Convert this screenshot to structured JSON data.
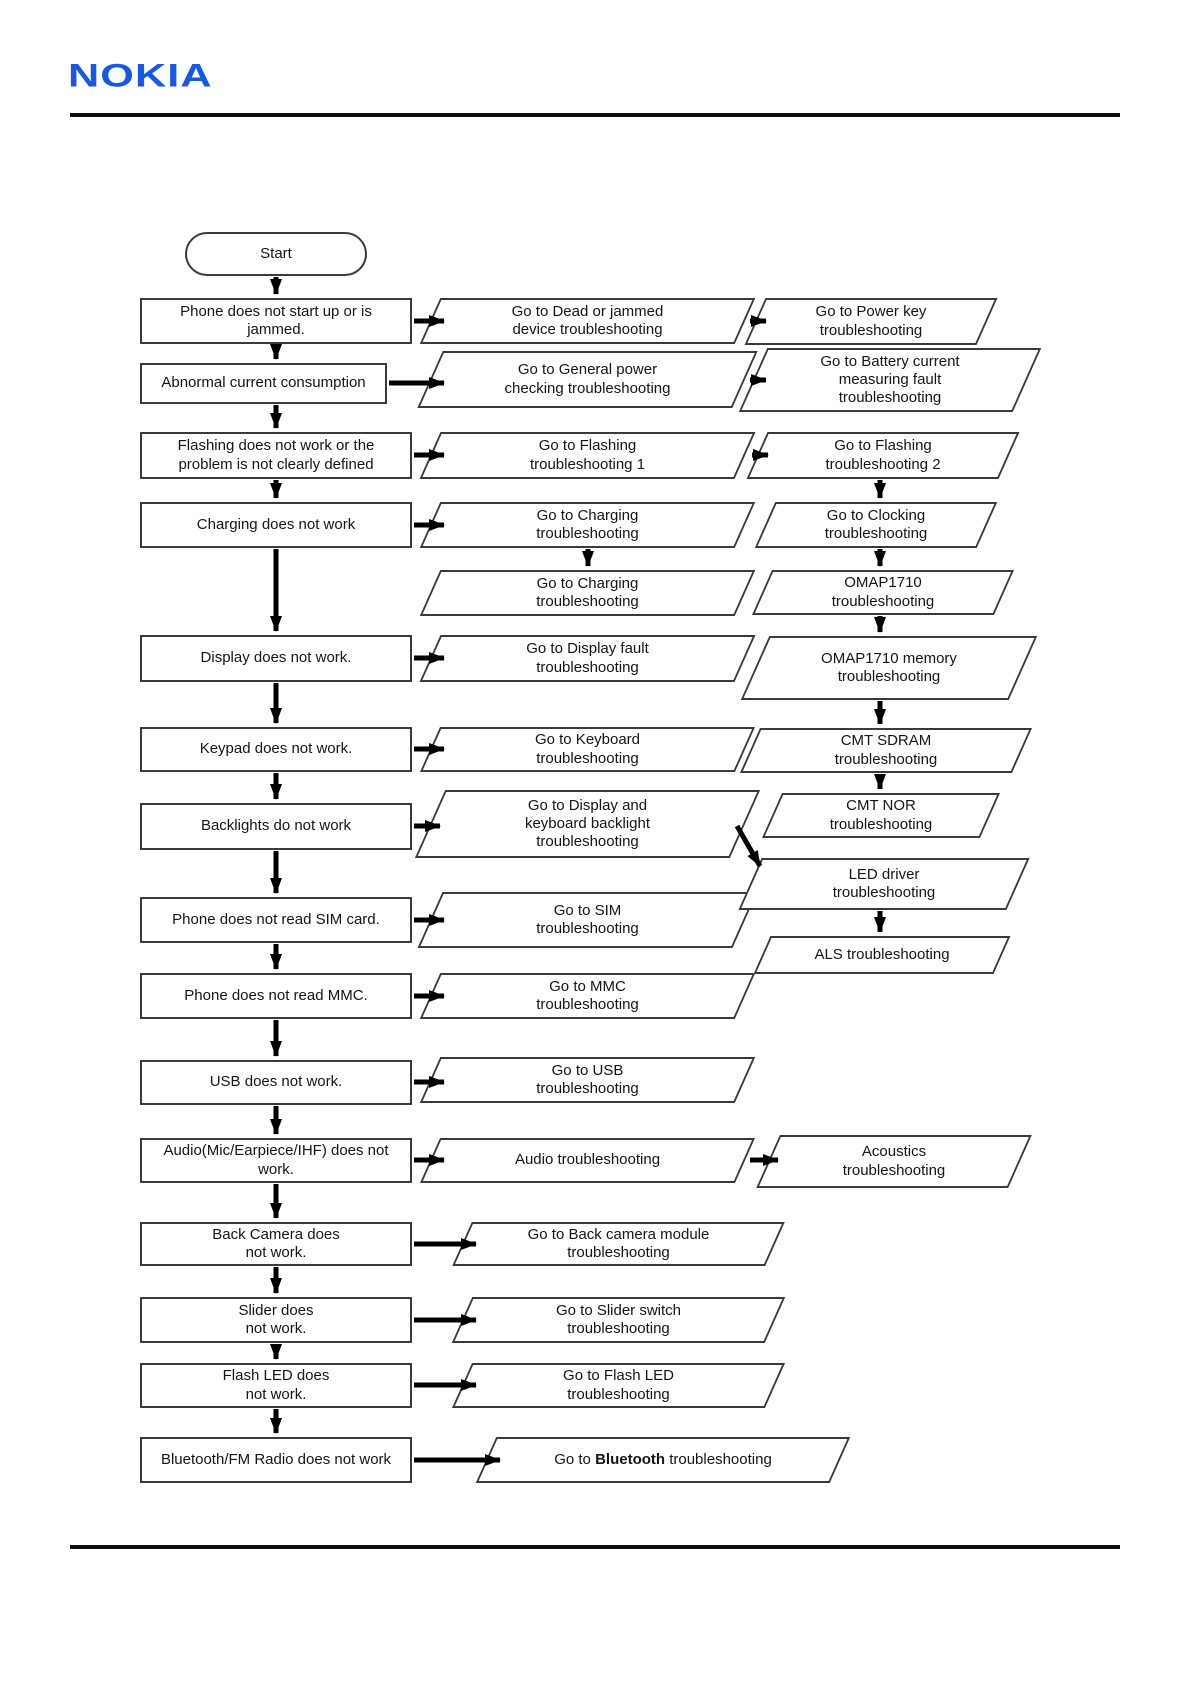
{
  "page": {
    "logo": "NOKIA"
  },
  "colors": {
    "logo_blue": "#1659e2",
    "arrow_black": "#000000",
    "node_border": "#3a3a3a",
    "node_bg": "#ffffff"
  },
  "flow": {
    "start": "Start",
    "conditions": [
      "Phone does not start up or is\njammed.",
      "Abnormal current consumption",
      "Flashing does not work or the\nproblem is not clearly defined",
      "Charging does not work",
      "Display does not work.",
      "Keypad does not work.",
      "Backlights do not work",
      "Phone does not read SIM card.",
      "Phone does not read MMC.",
      "USB does not work.",
      "Audio(Mic/Earpiece/IHF) does not\nwork.",
      "Back Camera does\nnot work.",
      "Slider does\nnot work.",
      "Flash LED does\nnot work.",
      "Bluetooth/FM Radio does not work"
    ],
    "actions_mid": [
      "Go to Dead or jammed\ndevice troubleshooting",
      "Go to General power\nchecking troubleshooting",
      "Go to Flashing\ntroubleshooting 1",
      "Go to Charging\ntroubleshooting",
      "Go to Charging\ntroubleshooting",
      "Go to Display fault\ntroubleshooting",
      "Go to Keyboard\ntroubleshooting",
      "Go to Display and\nkeyboard backlight\ntroubleshooting",
      "Go to SIM\ntroubleshooting",
      "Go to MMC\ntroubleshooting",
      "Go to USB\ntroubleshooting",
      "Audio troubleshooting",
      "Go to Back camera module\ntroubleshooting",
      "Go to Slider switch\ntroubleshooting",
      "Go to Flash LED\ntroubleshooting",
      {
        "prefix": "Go to ",
        "bold": "Bluetooth",
        "suffix": " troubleshooting"
      }
    ],
    "actions_right": [
      "Go to Power key\ntroubleshooting",
      "Go to Battery current\nmeasuring fault\ntroubleshooting",
      "Go to Flashing\ntroubleshooting 2",
      "Go to Clocking\ntroubleshooting",
      "OMAP1710\ntroubleshooting",
      "OMAP1710 memory\ntroubleshooting",
      "CMT SDRAM\ntroubleshooting",
      "CMT NOR\ntroubleshooting",
      "LED driver\ntroubleshooting",
      "ALS troubleshooting",
      "Acoustics\ntroubleshooting"
    ]
  }
}
